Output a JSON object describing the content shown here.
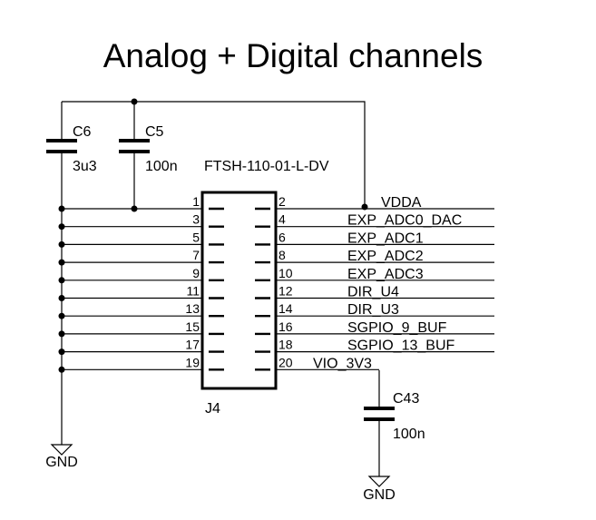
{
  "title": "Analog + Digital channels",
  "connector": {
    "part_number": "FTSH-110-01-L-DV",
    "ref": "J4",
    "left_pins": [
      "1",
      "3",
      "5",
      "7",
      "9",
      "11",
      "13",
      "15",
      "17",
      "19"
    ],
    "right_pins": [
      "2",
      "4",
      "6",
      "8",
      "10",
      "12",
      "14",
      "16",
      "18",
      "20"
    ],
    "nets": [
      "VDDA",
      "EXP_ADC0_DAC",
      "EXP_ADC1",
      "EXP_ADC2",
      "EXP_ADC3",
      "DIR_U4",
      "DIR_U3",
      "SGPIO_9_BUF",
      "SGPIO_13_BUF",
      "VIO_3V3"
    ]
  },
  "capacitors": {
    "c6": {
      "ref": "C6",
      "value": "3u3"
    },
    "c5": {
      "ref": "C5",
      "value": "100n"
    },
    "c43": {
      "ref": "C43",
      "value": "100n"
    }
  },
  "gnd_left": "GND",
  "gnd_right": "GND"
}
